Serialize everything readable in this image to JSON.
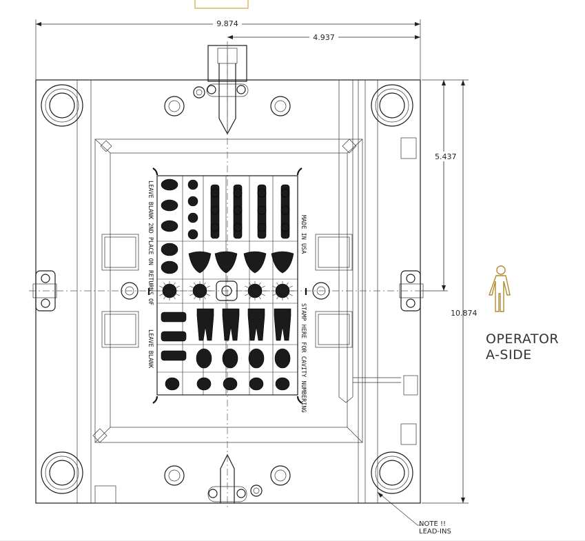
{
  "dimensions": {
    "overall_width": "9.874",
    "half_width": "4.937",
    "overall_height": "10.874",
    "half_height": "5.437"
  },
  "labels": {
    "operator_line1": "OPERATOR",
    "operator_line2": "A-SIDE",
    "note_line1": "NOTE !!",
    "note_line2": "LEAD-INS"
  },
  "colors": {
    "operator_figure": "#b08a2e",
    "top_tab": "#d4a63a"
  },
  "icons": [
    "operator-figure-icon"
  ]
}
